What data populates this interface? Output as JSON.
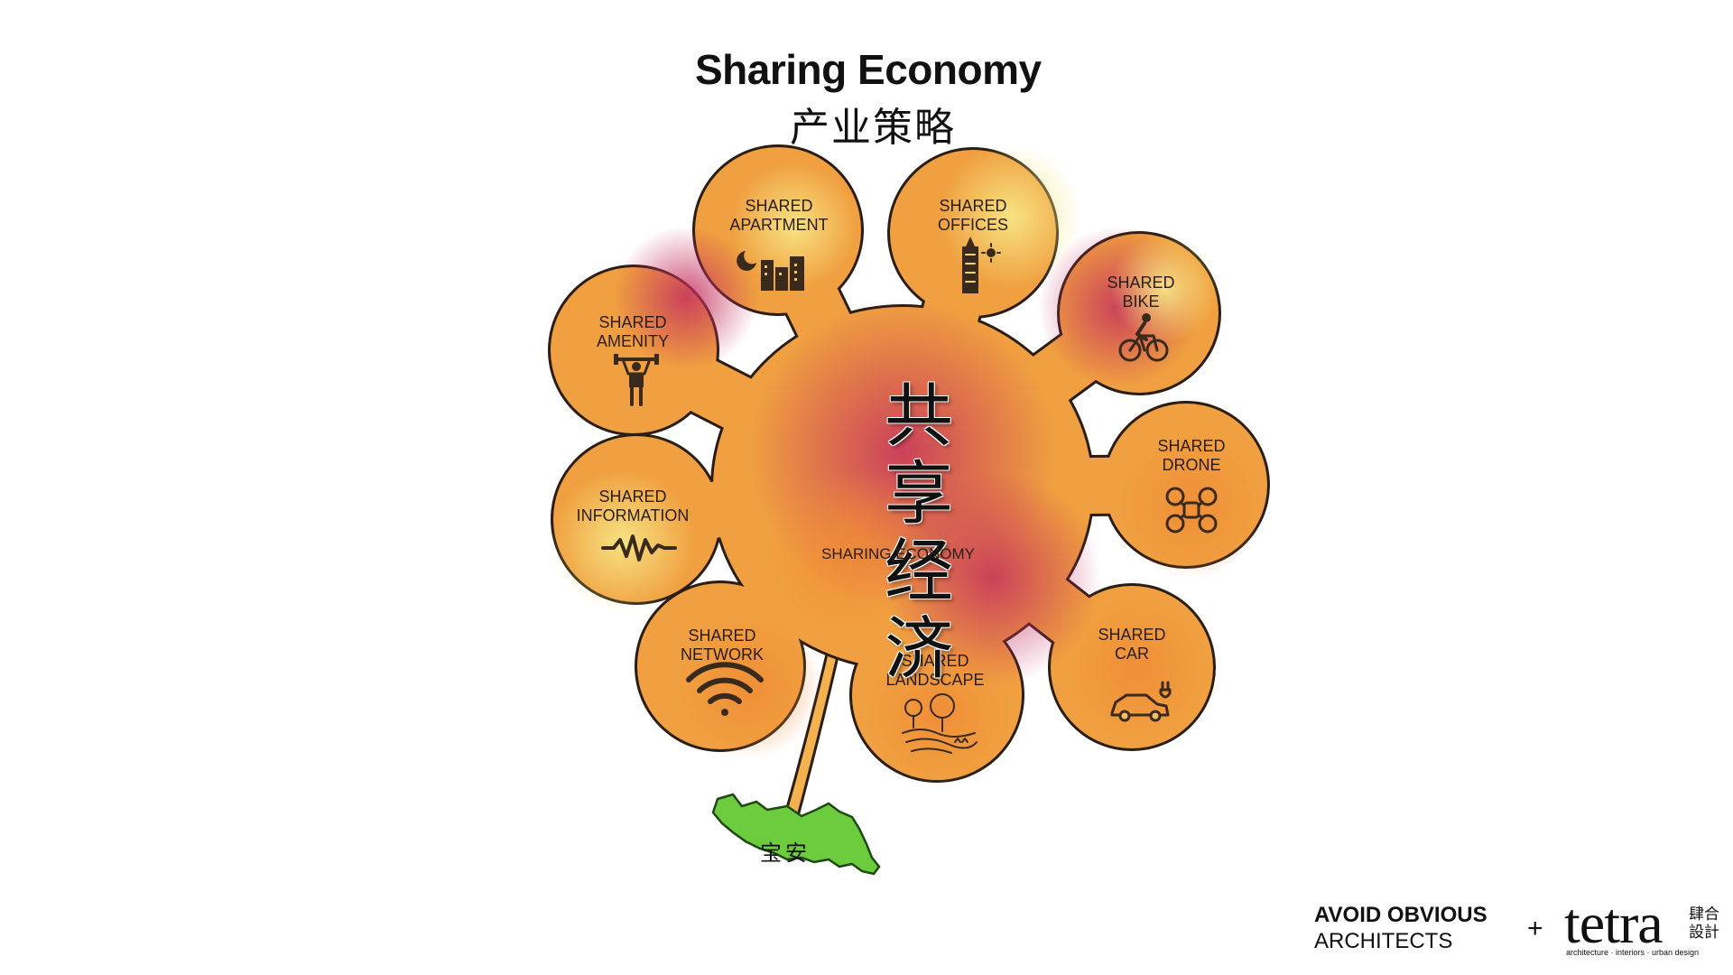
{
  "header": {
    "title": "Sharing Economy",
    "subtitle": "产业策略"
  },
  "center": {
    "line1": "共享",
    "line2": "经济",
    "english": "SHARING ECONOMY"
  },
  "petals": [
    {
      "id": "apartment",
      "line1": "SHARED",
      "line2": "APARTMENT",
      "icon": "apartment-buildings-moon-icon"
    },
    {
      "id": "offices",
      "line1": "SHARED",
      "line2": "OFFICES",
      "icon": "office-tower-sun-icon"
    },
    {
      "id": "bike",
      "line1": "SHARED",
      "line2": "BIKE",
      "icon": "cyclist-icon"
    },
    {
      "id": "drone",
      "line1": "SHARED",
      "line2": "DRONE",
      "icon": "drone-icon"
    },
    {
      "id": "car",
      "line1": "SHARED",
      "line2": "CAR",
      "icon": "electric-car-icon"
    },
    {
      "id": "landscape",
      "line1": "SHARED",
      "line2": "LANDSCAPE",
      "icon": "trees-landscape-icon"
    },
    {
      "id": "network",
      "line1": "SHARED",
      "line2": "NETWORK",
      "icon": "wifi-icon"
    },
    {
      "id": "information",
      "line1": "SHARED",
      "line2": "INFORMATION",
      "icon": "signal-wave-icon"
    },
    {
      "id": "amenity",
      "line1": "SHARED",
      "line2": "AMENITY",
      "icon": "weightlifter-icon"
    }
  ],
  "map": {
    "label": "宝安",
    "fill": "#6dcc3e"
  },
  "footer": {
    "aoa_line1": "AVOID OBVIOUS",
    "aoa_line2": "ARCHITECTS",
    "plus": "+",
    "tetra": "tetra",
    "tetra_cn": "肆合設計",
    "tetra_tagline": "architecture · interiors · urban design"
  },
  "colors": {
    "yellow": "#f6e27a",
    "orange": "#ef9a3c",
    "magenta": "#c8385e",
    "outline": "#2a1e14"
  }
}
